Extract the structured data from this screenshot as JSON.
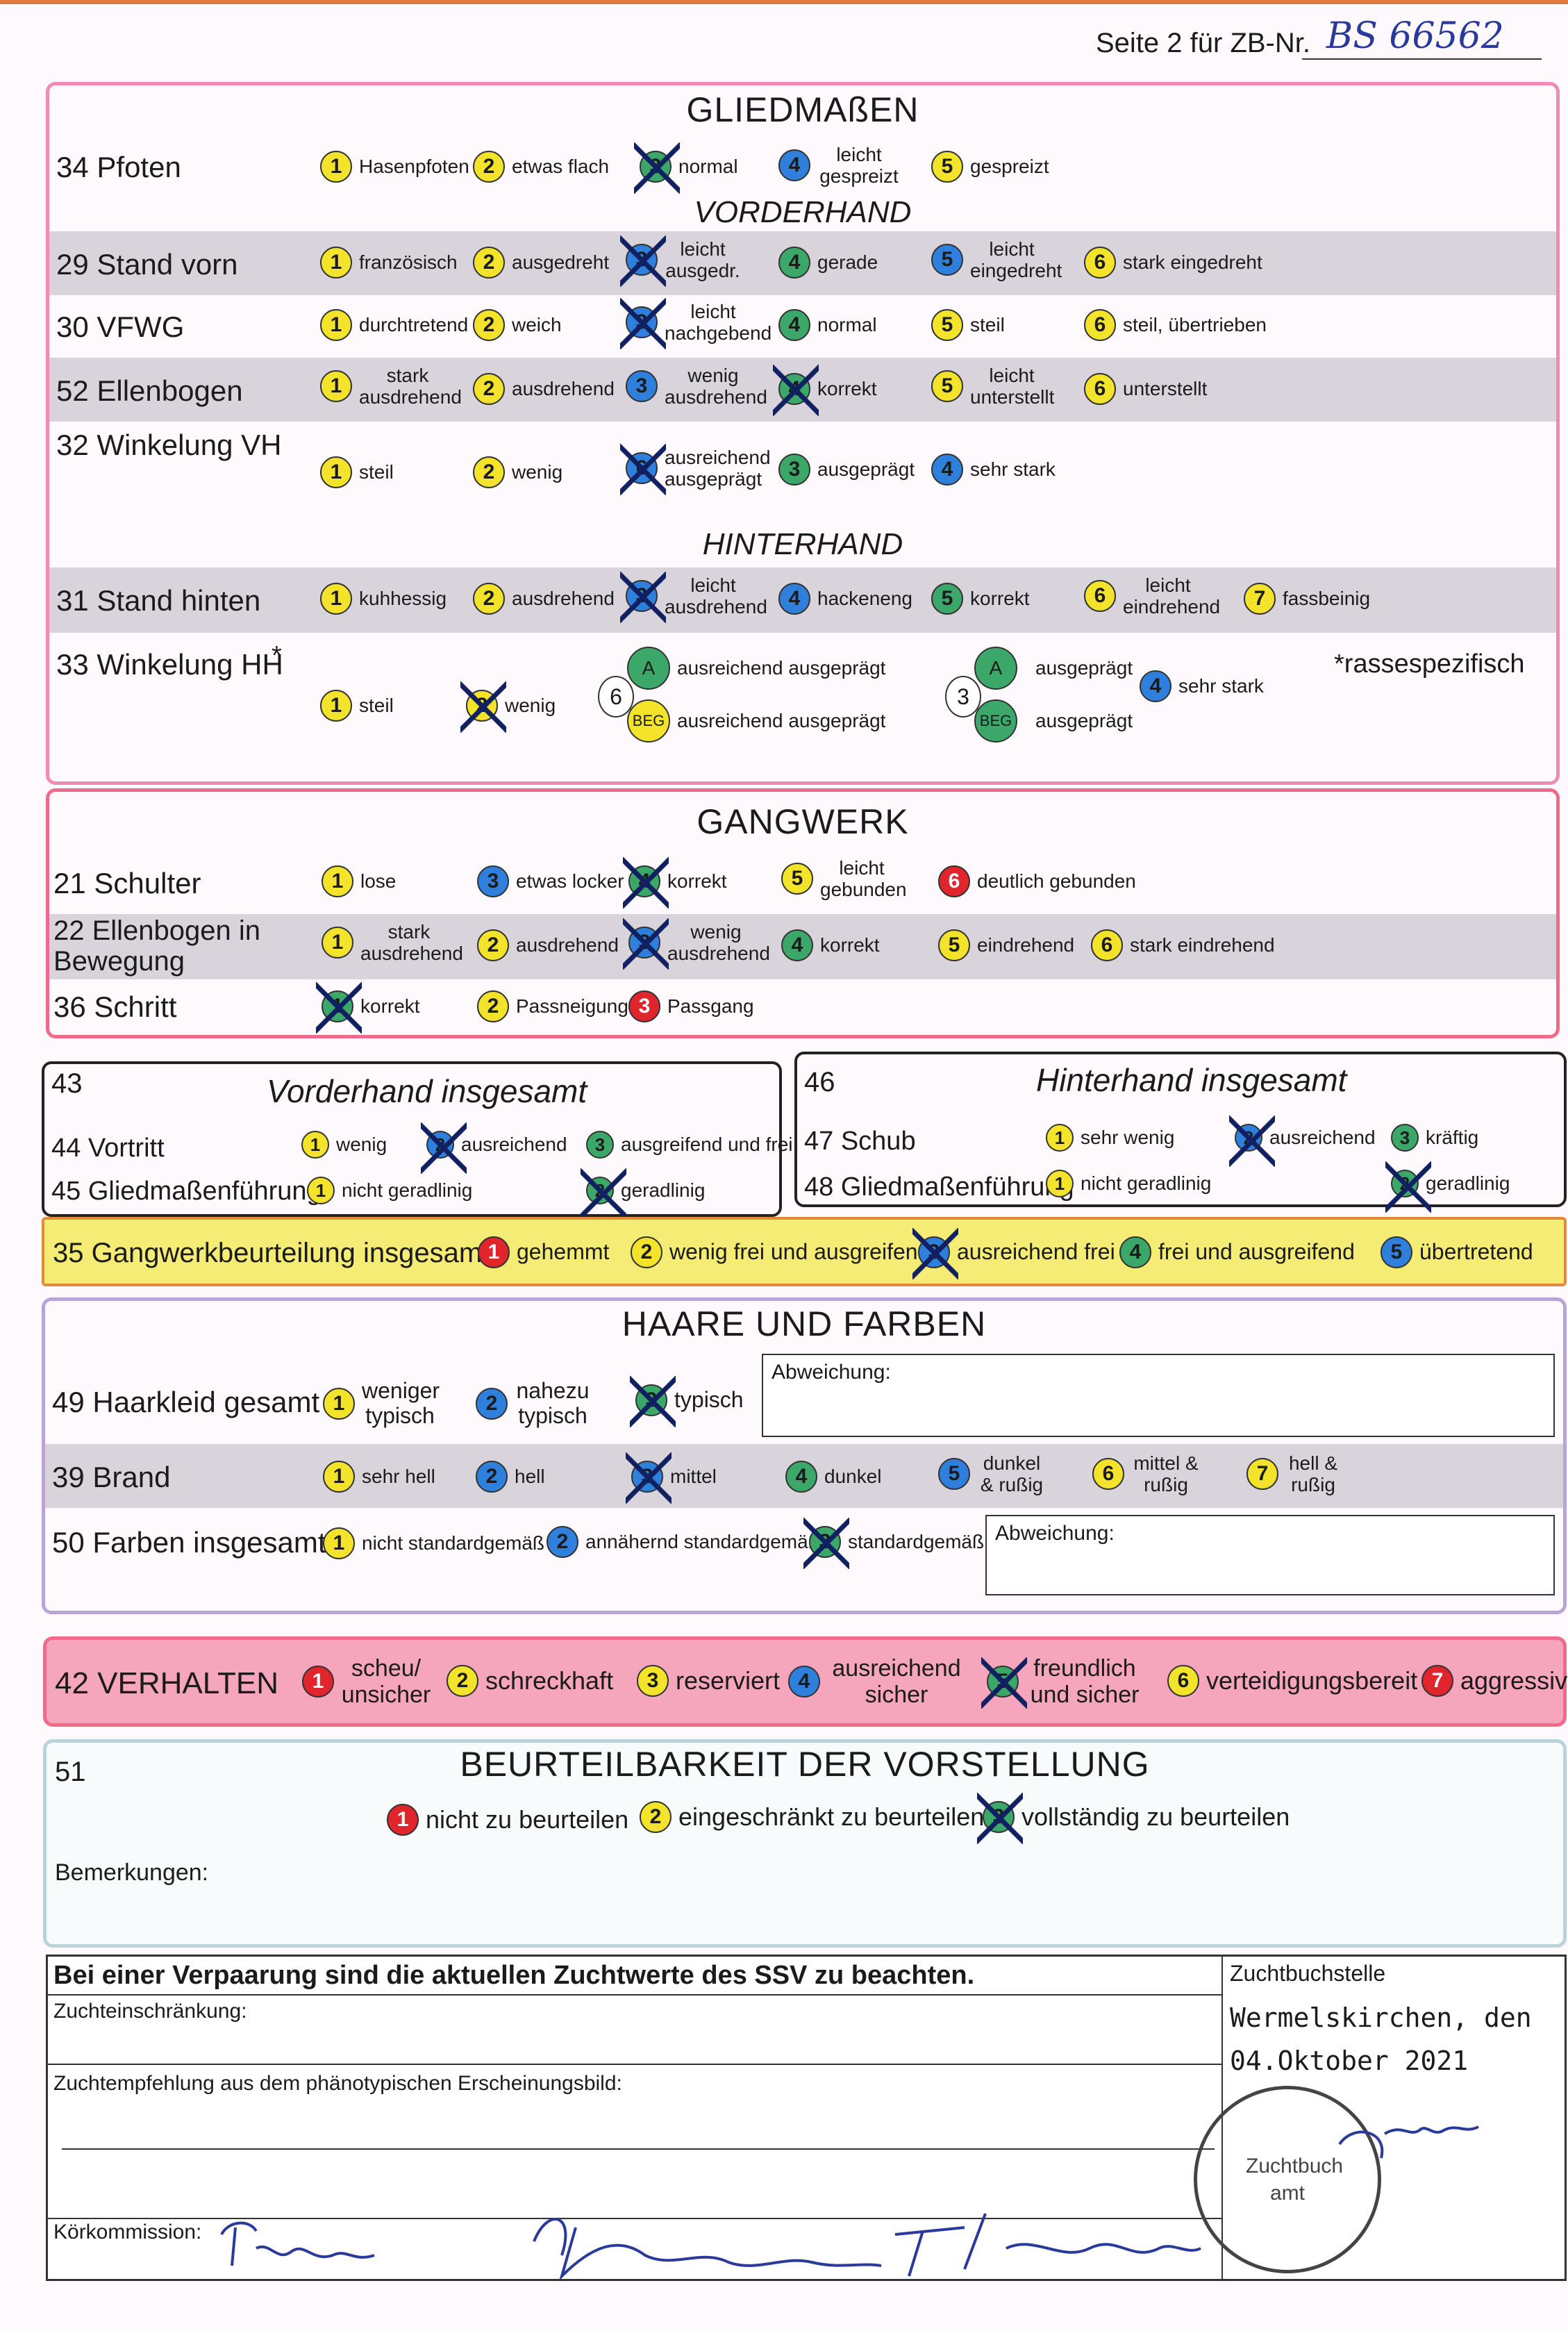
{
  "header": {
    "page_label": "Seite 2 für ZB-Nr.",
    "zb_nr": "BS 66562"
  },
  "gliedmassen": {
    "title": "GLIEDMAßEN",
    "vorderhand": "VORDERHAND",
    "hinterhand": "HINTERHAND",
    "rows": {
      "r34": {
        "label": "34  Pfoten",
        "o": [
          "Hasenpfoten",
          "etwas flach",
          "normal",
          "leicht gespreizt",
          "gespreizt"
        ]
      },
      "r29": {
        "label": "29  Stand vorn",
        "o": [
          "französisch",
          "ausgedreht",
          "leicht ausgedr.",
          "gerade",
          "leicht eingedreht",
          "stark eingedreht"
        ]
      },
      "r30": {
        "label": "30  VFWG",
        "o": [
          "durchtretend",
          "weich",
          "leicht nachgebend",
          "normal",
          "steil",
          "steil, übertrieben"
        ]
      },
      "r52": {
        "label": "52  Ellenbogen",
        "o": [
          "stark ausdrehend",
          "ausdrehend",
          "wenig ausdrehend",
          "korrekt",
          "leicht unterstellt",
          "unterstellt"
        ]
      },
      "r32": {
        "label": "32  Winkelung VH",
        "o": [
          "steil",
          "wenig",
          "ausreichend ausgeprägt",
          "ausgeprägt",
          "sehr stark"
        ]
      },
      "r31": {
        "label": "31  Stand hinten",
        "o": [
          "kuhhessig",
          "ausdrehend",
          "leicht ausdrehend",
          "hackeneng",
          "korrekt",
          "leicht eindrehend",
          "fassbeinig"
        ]
      },
      "r33": {
        "label": "33  Winkelung HH",
        "star": "*",
        "note": "*rassespezifisch",
        "o": [
          "steil",
          "wenig",
          "ausreichend ausgeprägt",
          "ausreichend ausgeprägt",
          "ausgeprägt",
          "ausgeprägt",
          "sehr stark"
        ],
        "codes": {
          "a": "A",
          "beg": "BEG",
          "six": "6",
          "three": "3"
        }
      }
    }
  },
  "gangwerk": {
    "title": "GANGWERK",
    "rows": {
      "r21": {
        "label": "21  Schulter",
        "o": [
          "lose",
          "etwas locker",
          "korrekt",
          "leicht gebunden",
          "deutlich gebunden"
        ]
      },
      "r22": {
        "label": "22  Ellenbogen in Bewegung",
        "o": [
          "stark ausdrehend",
          "ausdrehend",
          "wenig ausdrehend",
          "korrekt",
          "eindrehend",
          "stark eindrehend"
        ]
      },
      "r36": {
        "label": "36  Schritt",
        "o": [
          "korrekt",
          "Passneigung",
          "Passgang"
        ]
      }
    }
  },
  "vorderhand_ins": {
    "num": "43",
    "title": "Vorderhand insgesamt",
    "r44": {
      "label": "44  Vortritt",
      "o": [
        "wenig",
        "ausreichend",
        "ausgreifend und frei"
      ]
    },
    "r45": {
      "label": "45  Gliedmaßenführung",
      "o": [
        "nicht geradlinig",
        "geradlinig"
      ]
    }
  },
  "hinterhand_ins": {
    "num": "46",
    "title": "Hinterhand insgesamt",
    "r47": {
      "label": "47  Schub",
      "o": [
        "sehr wenig",
        "ausreichend",
        "kräftig"
      ]
    },
    "r48": {
      "label": "48  Gliedmaßenführung",
      "o": [
        "nicht geradlinig",
        "geradlinig"
      ]
    }
  },
  "gangwerk_ins": {
    "label": "35  Gangwerkbeurteilung insgesamt",
    "o": [
      "gehemmt",
      "wenig frei und ausgreifend",
      "ausreichend frei",
      "frei und ausgreifend",
      "übertretend"
    ]
  },
  "haare": {
    "title": "HAARE UND FARBEN",
    "r49": {
      "label": "49  Haarkleid gesamt",
      "o": [
        "weniger typisch",
        "nahezu typisch",
        "typisch"
      ],
      "abw": "Abweichung:"
    },
    "r39": {
      "label": "39  Brand",
      "o": [
        "sehr hell",
        "hell",
        "mittel",
        "dunkel",
        "dunkel & rußig",
        "mittel & rußig",
        "hell & rußig"
      ]
    },
    "r50": {
      "label": "50  Farben insgesamt",
      "o": [
        "nicht standardgemäß",
        "annähernd standardgemäß",
        "standardgemäß"
      ],
      "abw": "Abweichung:"
    }
  },
  "verhalten": {
    "label": "42  VERHALTEN",
    "o": [
      "scheu/ unsicher",
      "schreckhaft",
      "reserviert",
      "ausreichend sicher",
      "freundlich und sicher",
      "verteidigungsbereit",
      "aggressiv"
    ]
  },
  "beurteil": {
    "num": "51",
    "title": "BEURTEILBARKEIT DER VORSTELLUNG",
    "o": [
      "nicht zu beurteilen",
      "eingeschränkt zu beurteilen",
      "vollständig zu beurteilen"
    ],
    "bemerkungen": "Bemerkungen:"
  },
  "footer": {
    "notice": "Bei einer Verpaarung sind die aktuellen Zuchtwerte des SSV zu beachten.",
    "einschraenkung": "Zuchteinschränkung:",
    "empfehlung": "Zuchtempfehlung aus dem phänotypischen Erscheinungsbild:",
    "koerkommission": "Körkommission:",
    "zuchtbuchstelle": "Zuchtbuchstelle",
    "ort": "Wermelskirchen, den",
    "datum": "04.Oktober 2021",
    "stamp": "Zuchtbuch amt"
  },
  "colors": {
    "yellow": "#f3e42b",
    "blue": "#2f7fdc",
    "green": "#3ba86a",
    "red": "#e0262c",
    "pink_border": "#f08cb4",
    "purple_border": "#b8a4d8",
    "red_border": "#f06a8a"
  }
}
